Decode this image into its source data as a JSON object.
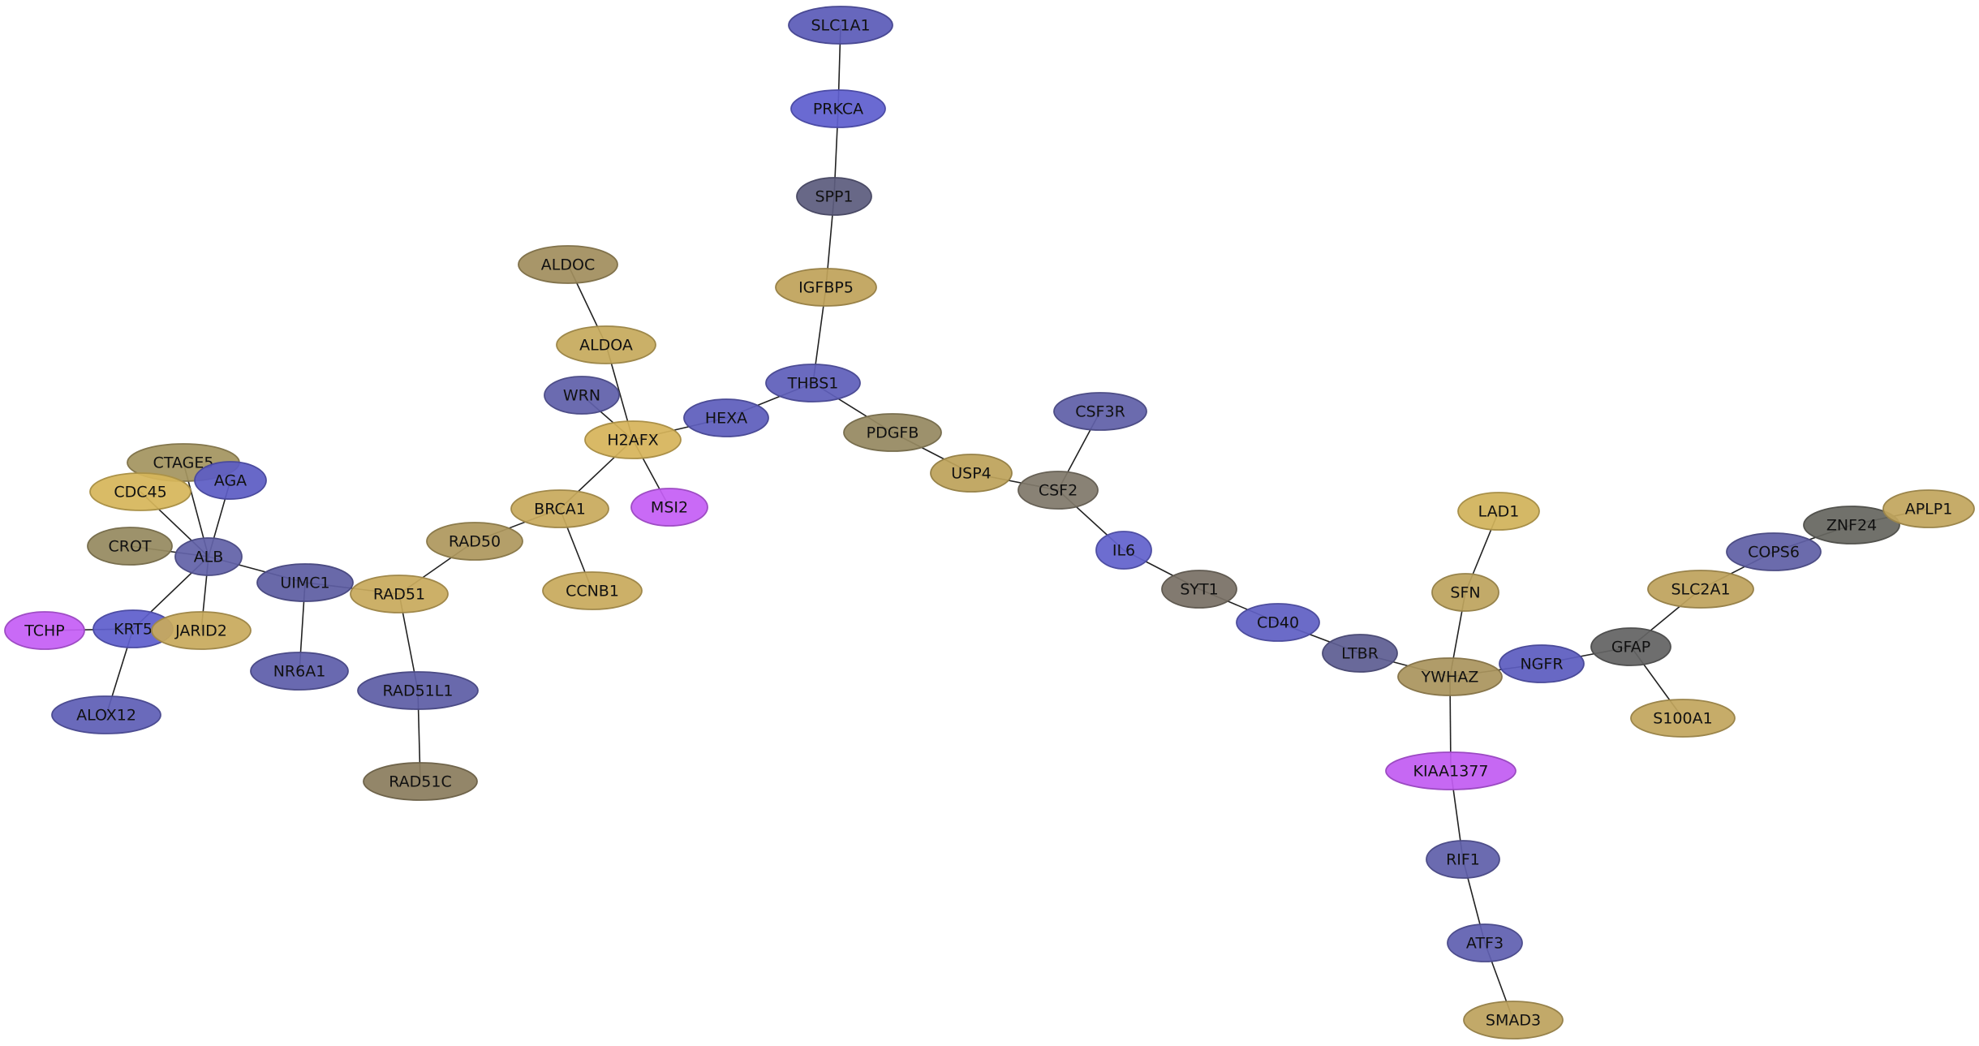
{
  "nodes": [
    {
      "id": "SLC1A1",
      "label": "SLC1A1",
      "color": "#5b5bb8"
    },
    {
      "id": "PRKCA",
      "label": "PRKCA",
      "color": "#5f5fcf"
    },
    {
      "id": "SPP1",
      "label": "SPP1",
      "color": "#5c5c7e"
    },
    {
      "id": "IGFBP5",
      "label": "IGFBP5",
      "color": "#bfa35a"
    },
    {
      "id": "THBS1",
      "label": "THBS1",
      "color": "#5f5fba"
    },
    {
      "id": "PDGFB",
      "label": "PDGFB",
      "color": "#968961"
    },
    {
      "id": "USP4",
      "label": "USP4",
      "color": "#bda25a"
    },
    {
      "id": "CSF2",
      "label": "CSF2",
      "color": "#80786a"
    },
    {
      "id": "CSF3R",
      "label": "CSF3R",
      "color": "#6060a8"
    },
    {
      "id": "IL6",
      "label": "IL6",
      "color": "#6262cc"
    },
    {
      "id": "SYT1",
      "label": "SYT1",
      "color": "#787065"
    },
    {
      "id": "CD40",
      "label": "CD40",
      "color": "#6060c4"
    },
    {
      "id": "LTBR",
      "label": "LTBR",
      "color": "#5e5e92"
    },
    {
      "id": "YWHAZ",
      "label": "YWHAZ",
      "color": "#aa945e"
    },
    {
      "id": "SFN",
      "label": "SFN",
      "color": "#bda45e"
    },
    {
      "id": "LAD1",
      "label": "LAD1",
      "color": "#d1b35a"
    },
    {
      "id": "NGFR",
      "label": "NGFR",
      "color": "#5d5dbf"
    },
    {
      "id": "GFAP",
      "label": "GFAP",
      "color": "#636363"
    },
    {
      "id": "SLC2A1",
      "label": "SLC2A1",
      "color": "#bea35d"
    },
    {
      "id": "COPS6",
      "label": "COPS6",
      "color": "#6060a6"
    },
    {
      "id": "ZNF24",
      "label": "ZNF24",
      "color": "#666660"
    },
    {
      "id": "APLP1",
      "label": "APLP1",
      "color": "#c2a65e"
    },
    {
      "id": "S100A1",
      "label": "S100A1",
      "color": "#c2a65e"
    },
    {
      "id": "KIAA1377",
      "label": "KIAA1377",
      "color": "#c25cf2"
    },
    {
      "id": "RIF1",
      "label": "RIF1",
      "color": "#6060aa"
    },
    {
      "id": "ATF3",
      "label": "ATF3",
      "color": "#6060b0"
    },
    {
      "id": "SMAD3",
      "label": "SMAD3",
      "color": "#bda25e"
    },
    {
      "id": "HEXA",
      "label": "HEXA",
      "color": "#5e5ebc"
    },
    {
      "id": "H2AFX",
      "label": "H2AFX",
      "color": "#d6b45a"
    },
    {
      "id": "ALDOA",
      "label": "ALDOA",
      "color": "#c6aa5c"
    },
    {
      "id": "ALDOC",
      "label": "ALDOC",
      "color": "#a18e5e"
    },
    {
      "id": "WRN",
      "label": "WRN",
      "color": "#6060aa"
    },
    {
      "id": "MSI2",
      "label": "MSI2",
      "color": "#c55ff5"
    },
    {
      "id": "BRCA1",
      "label": "BRCA1",
      "color": "#c8aa5d"
    },
    {
      "id": "CCNB1",
      "label": "CCNB1",
      "color": "#c8aa5d"
    },
    {
      "id": "RAD50",
      "label": "RAD50",
      "color": "#ae985e"
    },
    {
      "id": "RAD51",
      "label": "RAD51",
      "color": "#c8aa5d"
    },
    {
      "id": "RAD51L1",
      "label": "RAD51L1",
      "color": "#5e5ea6"
    },
    {
      "id": "RAD51C",
      "label": "RAD51C",
      "color": "#8b7d5e"
    },
    {
      "id": "UIMC1",
      "label": "UIMC1",
      "color": "#5e5ea2"
    },
    {
      "id": "NR6A1",
      "label": "NR6A1",
      "color": "#5e5eaa"
    },
    {
      "id": "ALB",
      "label": "ALB",
      "color": "#6262a8"
    },
    {
      "id": "CTAGE5",
      "label": "CTAGE5",
      "color": "#a49460"
    },
    {
      "id": "AGA",
      "label": "AGA",
      "color": "#5c5cc4"
    },
    {
      "id": "CDC45",
      "label": "CDC45",
      "color": "#d6b65a"
    },
    {
      "id": "CROT",
      "label": "CROT",
      "color": "#968a60"
    },
    {
      "id": "KRT5",
      "label": "KRT5",
      "color": "#5f5fcc"
    },
    {
      "id": "JARID2",
      "label": "JARID2",
      "color": "#c8aa5d"
    },
    {
      "id": "TCHP",
      "label": "TCHP",
      "color": "#c55ff5"
    },
    {
      "id": "ALOX12",
      "label": "ALOX12",
      "color": "#5f5fb6"
    }
  ],
  "edges": [
    [
      "SLC1A1",
      "PRKCA"
    ],
    [
      "PRKCA",
      "SPP1"
    ],
    [
      "SPP1",
      "IGFBP5"
    ],
    [
      "IGFBP5",
      "THBS1"
    ],
    [
      "THBS1",
      "HEXA"
    ],
    [
      "THBS1",
      "PDGFB"
    ],
    [
      "PDGFB",
      "USP4"
    ],
    [
      "USP4",
      "CSF2"
    ],
    [
      "CSF2",
      "CSF3R"
    ],
    [
      "CSF2",
      "IL6"
    ],
    [
      "IL6",
      "SYT1"
    ],
    [
      "SYT1",
      "CD40"
    ],
    [
      "CD40",
      "LTBR"
    ],
    [
      "LTBR",
      "YWHAZ"
    ],
    [
      "YWHAZ",
      "SFN"
    ],
    [
      "SFN",
      "LAD1"
    ],
    [
      "YWHAZ",
      "NGFR"
    ],
    [
      "NGFR",
      "GFAP"
    ],
    [
      "GFAP",
      "SLC2A1"
    ],
    [
      "SLC2A1",
      "COPS6"
    ],
    [
      "COPS6",
      "ZNF24"
    ],
    [
      "ZNF24",
      "APLP1"
    ],
    [
      "GFAP",
      "S100A1"
    ],
    [
      "YWHAZ",
      "KIAA1377"
    ],
    [
      "KIAA1377",
      "RIF1"
    ],
    [
      "RIF1",
      "ATF3"
    ],
    [
      "ATF3",
      "SMAD3"
    ],
    [
      "HEXA",
      "H2AFX"
    ],
    [
      "H2AFX",
      "ALDOA"
    ],
    [
      "ALDOA",
      "ALDOC"
    ],
    [
      "H2AFX",
      "WRN"
    ],
    [
      "H2AFX",
      "MSI2"
    ],
    [
      "H2AFX",
      "BRCA1"
    ],
    [
      "BRCA1",
      "CCNB1"
    ],
    [
      "BRCA1",
      "RAD50"
    ],
    [
      "RAD50",
      "RAD51"
    ],
    [
      "RAD51",
      "RAD51L1"
    ],
    [
      "RAD51L1",
      "RAD51C"
    ],
    [
      "RAD51",
      "UIMC1"
    ],
    [
      "UIMC1",
      "NR6A1"
    ],
    [
      "UIMC1",
      "ALB"
    ],
    [
      "ALB",
      "CTAGE5"
    ],
    [
      "ALB",
      "AGA"
    ],
    [
      "ALB",
      "CDC45"
    ],
    [
      "ALB",
      "CROT"
    ],
    [
      "ALB",
      "KRT5"
    ],
    [
      "ALB",
      "JARID2"
    ],
    [
      "KRT5",
      "TCHP"
    ],
    [
      "KRT5",
      "ALOX12"
    ]
  ]
}
